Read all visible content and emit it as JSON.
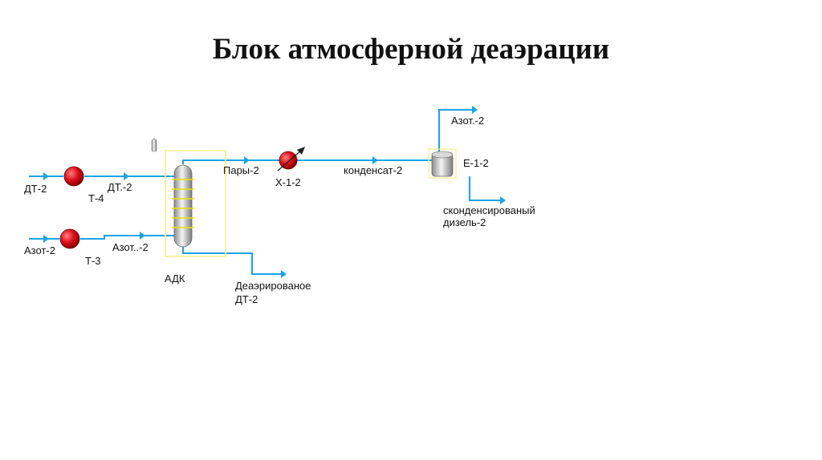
{
  "title": "Блок атмосферной деаэрации",
  "colors": {
    "stream": "#1aa3e8",
    "pump": "#e0101a",
    "frame": "#f2ef8a",
    "column_band": "#eee100"
  },
  "labels": {
    "dt2_in": "ДТ-2",
    "t4": "Т-4",
    "dt2_out": "ДТ.-2",
    "azot2_in": "Азот-2",
    "t3": "Т-3",
    "azot2_out": "Азот..-2",
    "adk": "АДК",
    "deaer_line1": "Деаэрированое",
    "deaer_line2": "ДТ-2",
    "pary2": "Пары-2",
    "x12": "Х-1-2",
    "kondensat2": "конденсат-2",
    "e12": "Е-1-2",
    "azot2_top": "Азот.-2",
    "skond_line1": "сконденсированый",
    "skond_line2": "дизель-2"
  }
}
